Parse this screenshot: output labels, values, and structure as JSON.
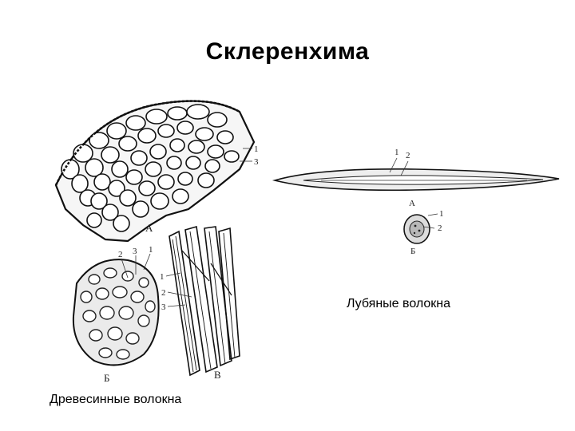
{
  "slide": {
    "title": "Склеренхима",
    "bast_caption": "Лубяные волокна",
    "wood_caption": "Древесинные волокна"
  },
  "figure_wood": {
    "label_a": "А",
    "label_b": "Б",
    "label_v": "В",
    "marks_a": [
      "1",
      "3"
    ],
    "marks_b": [
      "2",
      "3",
      "1"
    ],
    "marks_v": [
      "1",
      "2",
      "3"
    ]
  },
  "figure_bast": {
    "fiber_marks": [
      "1",
      "2"
    ],
    "label_a": "А",
    "label_b": "Б",
    "cross_marks": [
      "1",
      "2"
    ]
  }
}
